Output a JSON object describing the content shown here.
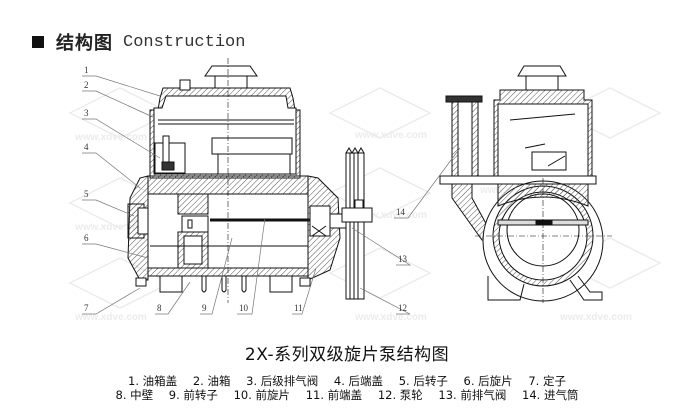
{
  "header": {
    "bullet_icon": "square-bullet-icon",
    "title_cn": "结构图",
    "title_en": "Construction"
  },
  "diagram": {
    "title": "2X-系列双级旋片泵结构图",
    "watermark": "www.xdve.com",
    "callouts": [
      "1",
      "2",
      "3",
      "4",
      "5",
      "6",
      "7",
      "8",
      "9",
      "10",
      "11",
      "12",
      "13",
      "14"
    ]
  },
  "legend": {
    "row1": [
      "1. 油箱盖",
      "2. 油箱",
      "3. 后级排气阀",
      "4. 后端盖",
      "5. 后转子",
      "6. 后旋片",
      "7. 定子"
    ],
    "row2": [
      "8. 中壁",
      "9. 前转子",
      "10. 前旋片",
      "11. 前端盖",
      "12. 泵轮",
      "13. 前排气阀",
      "14. 进气筒"
    ]
  }
}
